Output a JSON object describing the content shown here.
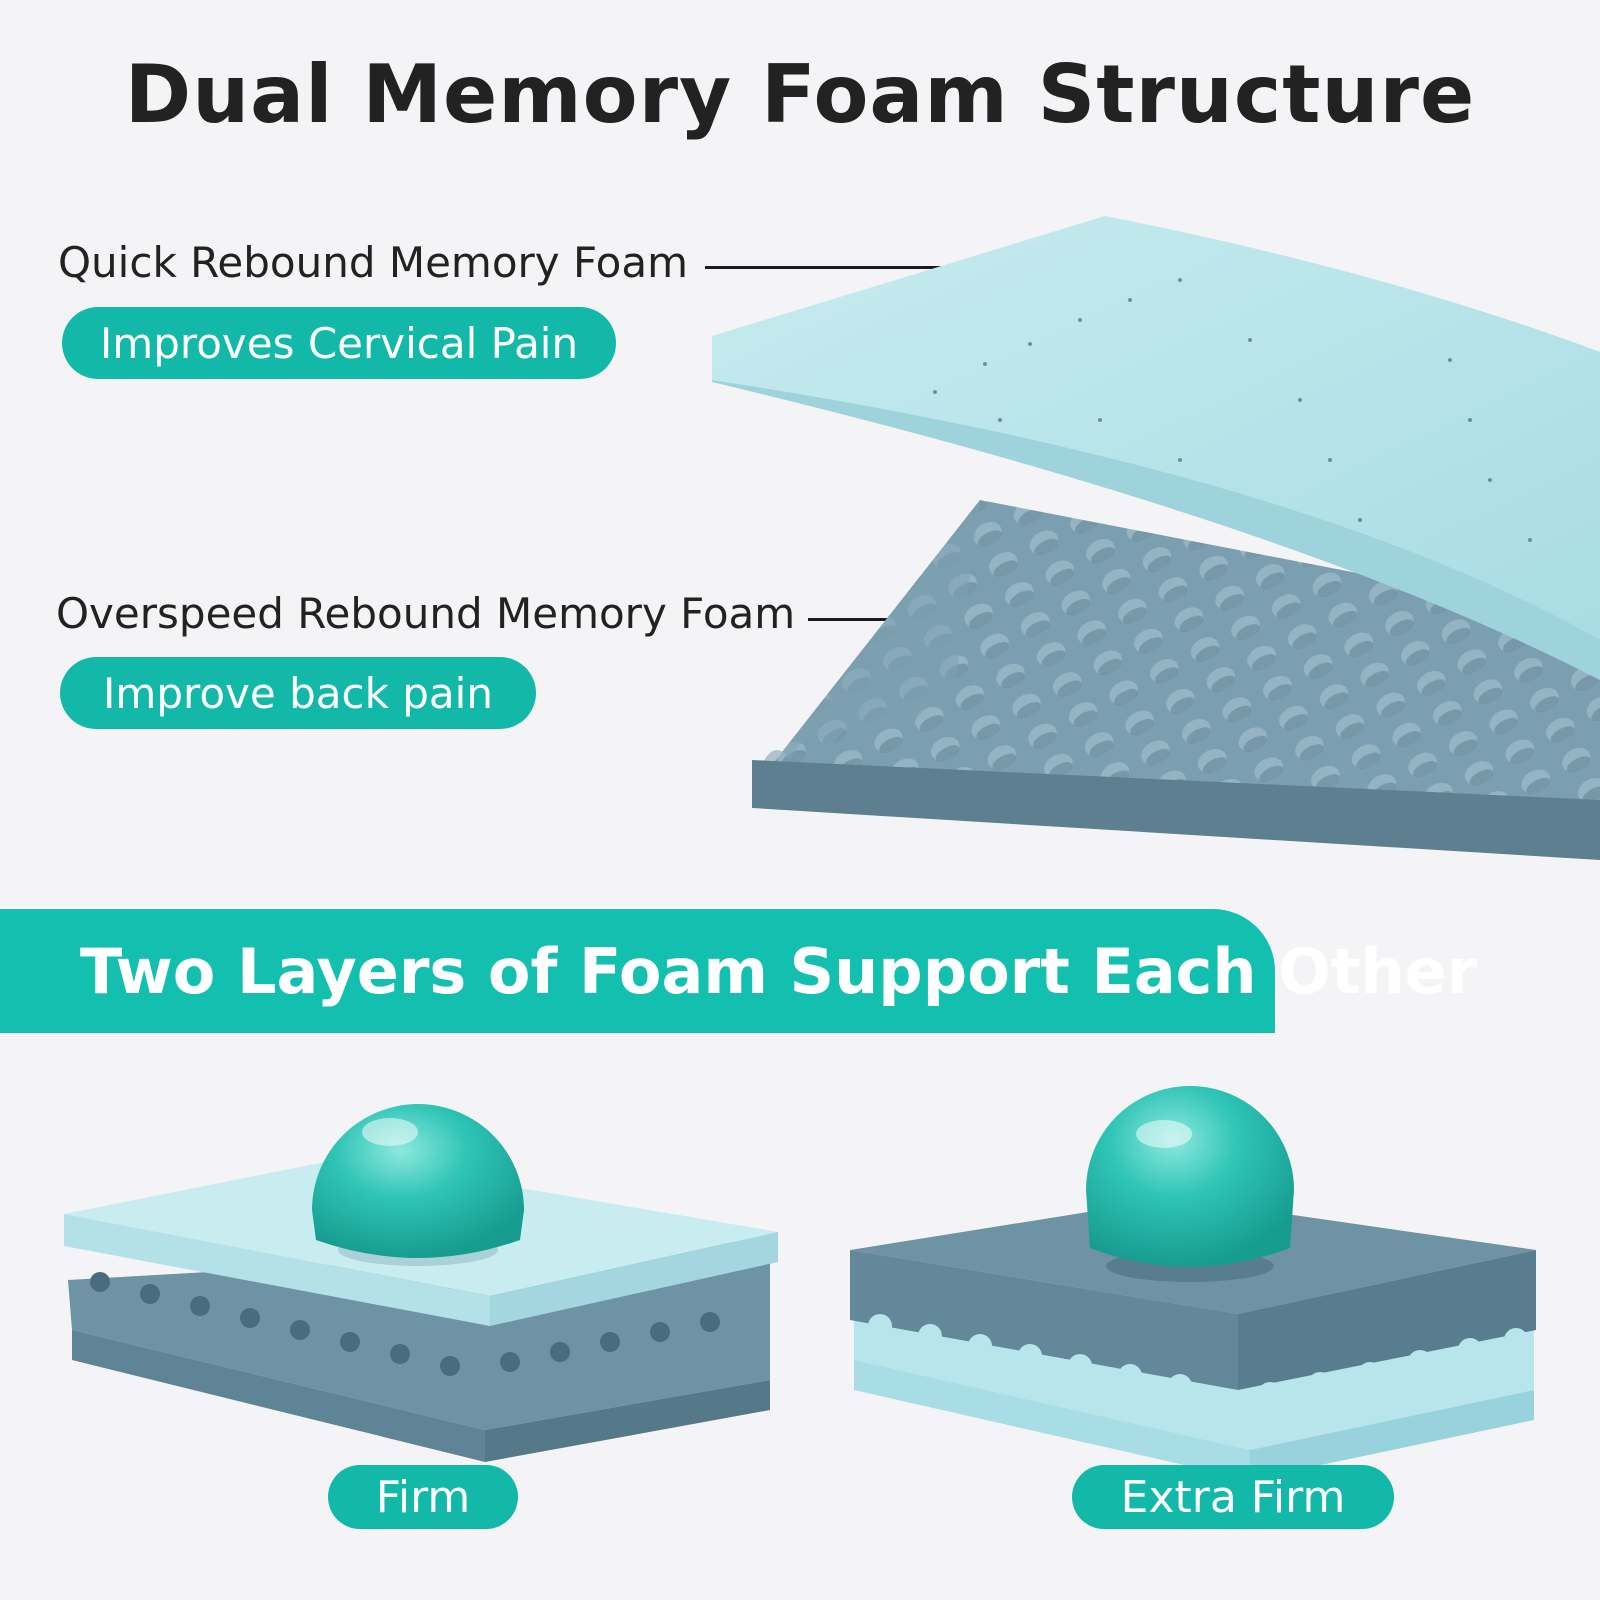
{
  "title": "Dual Memory Foam Structure",
  "layers": [
    {
      "label": "Quick Rebound Memory Foam",
      "benefit": "Improves Cervical Pain"
    },
    {
      "label": "Overspeed Rebound Memory Foam",
      "benefit": "Improve back pain"
    }
  ],
  "banner": "Two Layers of Foam Support Each Other",
  "options": [
    {
      "label": "Firm"
    },
    {
      "label": "Extra Firm"
    }
  ],
  "colors": {
    "accent": "#13b9a8",
    "light_foam": "#bfe6ec",
    "dark_foam": "#6b8fa0",
    "ball": "#2ec4b6",
    "background": "#f4f4f6"
  }
}
